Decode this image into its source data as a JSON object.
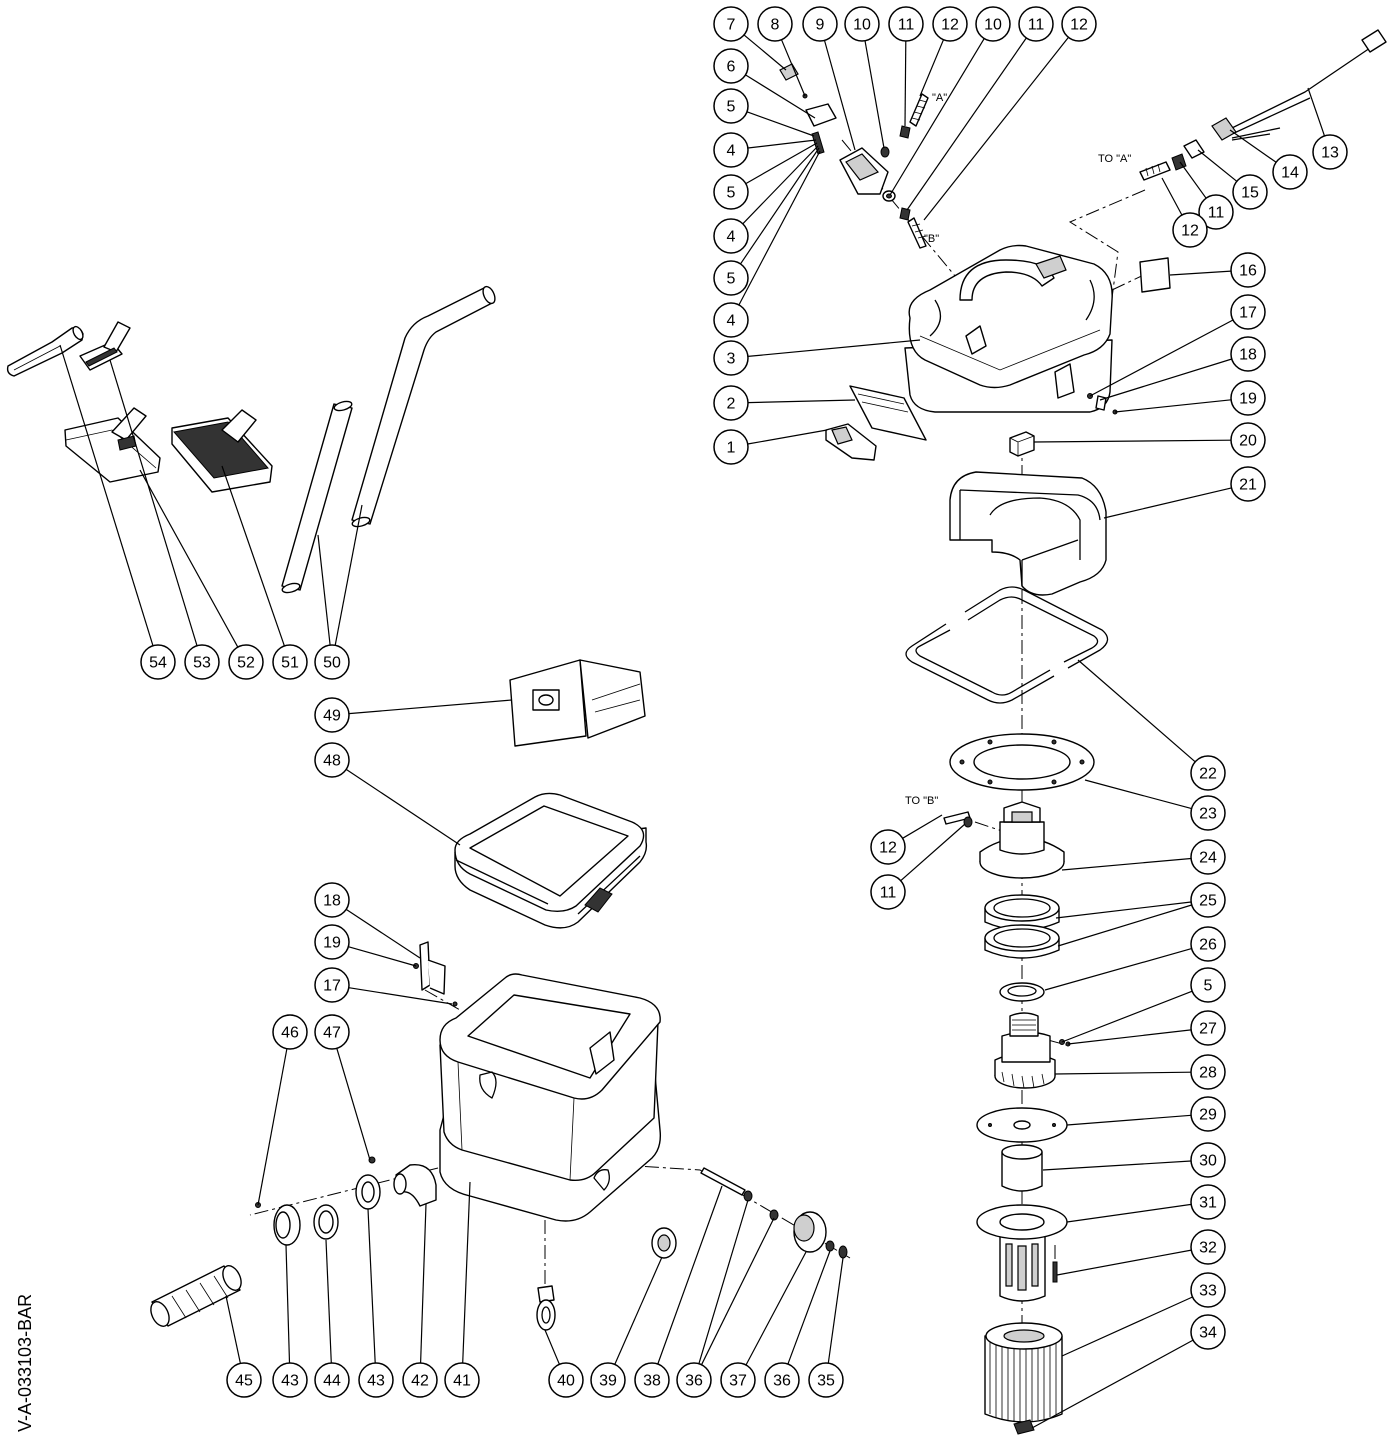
{
  "callouts": [
    "7",
    "8",
    "9",
    "10",
    "11",
    "12",
    "10",
    "11",
    "12",
    "6",
    "5",
    "4",
    "5",
    "4",
    "5",
    "4",
    "3",
    "2",
    "1",
    "13",
    "14",
    "15",
    "11",
    "12",
    "16",
    "17",
    "18",
    "19",
    "20",
    "21",
    "22",
    "23",
    "24",
    "25",
    "26",
    "5",
    "27",
    "28",
    "29",
    "30",
    "31",
    "32",
    "33",
    "34",
    "12",
    "11",
    "54",
    "53",
    "52",
    "51",
    "50",
    "49",
    "48",
    "18",
    "19",
    "17",
    "46",
    "47",
    "45",
    "43",
    "44",
    "43",
    "42",
    "41",
    "40",
    "39",
    "38",
    "36",
    "37",
    "36",
    "35"
  ],
  "annotations": {
    "to_a": "TO \"A\"",
    "label_a": "\"A\"",
    "label_b": "\"B\"",
    "to_b": "TO \"B\""
  },
  "drawing_code": "V-A-033103-BAR"
}
